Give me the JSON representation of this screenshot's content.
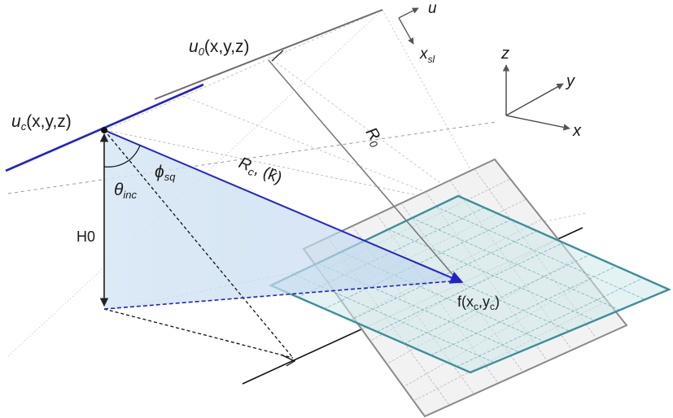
{
  "labels": {
    "uc": "u",
    "uc_sub": "c",
    "uc_args": "(x,y,z)",
    "u0": "u",
    "u0_sub": "0",
    "u0_args": "(x,y,z)",
    "u_axis": "u",
    "xsl": "x",
    "xsl_sub": "sl",
    "axis_z": "z",
    "axis_y": "y",
    "axis_x": "x",
    "theta": "θ",
    "theta_sub": "inc",
    "phi": "ϕ",
    "phi_sub": "sq",
    "rc": "R",
    "rc_sub": "c",
    "rc_k": ", (k̂)",
    "r0": "R",
    "r0_sub": "0",
    "h0": "H0",
    "f": "f(x",
    "f_sub1": "c",
    "f_mid": ",y",
    "f_sub2": "c",
    "f_end": ")"
  },
  "colors": {
    "blue_line": "#2222cc",
    "rc_text": "#3a3acc",
    "teal": "#3e8e9a",
    "gray_plane": "#8a8a8a",
    "triangle_fill": "#c9def2"
  }
}
